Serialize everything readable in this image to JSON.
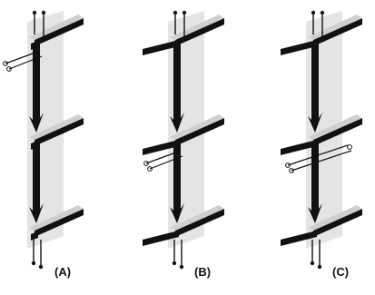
{
  "figure": {
    "panels": [
      {
        "label": "(A)",
        "rungs": [
          {
            "sides": "right",
            "wire": "left"
          },
          {
            "sides": "right",
            "wire": "none"
          },
          {
            "sides": "right",
            "wire": "none"
          }
        ]
      },
      {
        "label": "(B)",
        "rungs": [
          {
            "sides": "both",
            "wire": "none"
          },
          {
            "sides": "both",
            "wire": "left"
          },
          {
            "sides": "both",
            "wire": "none"
          }
        ]
      },
      {
        "label": "(C)",
        "rungs": [
          {
            "sides": "both",
            "wire": "none"
          },
          {
            "sides": "both",
            "wire": "through"
          },
          {
            "sides": "both",
            "wire": "none"
          }
        ]
      }
    ],
    "colors": {
      "ink": "#111111",
      "fill": "#e4e4e4",
      "shade": "#cfcfcf",
      "background": "#ffffff"
    }
  }
}
